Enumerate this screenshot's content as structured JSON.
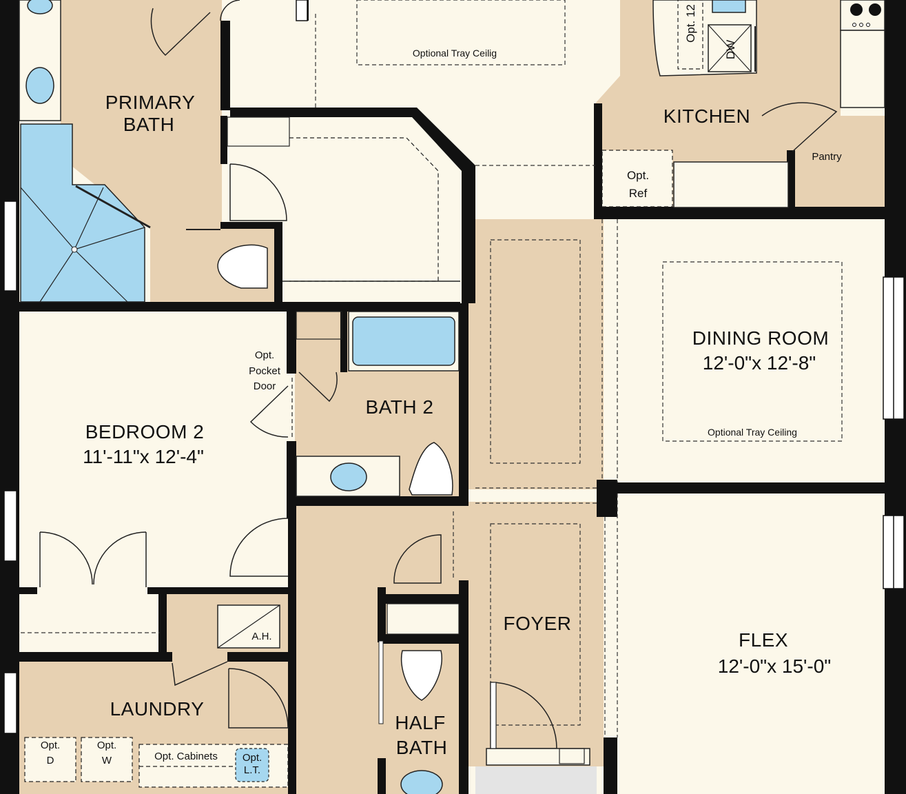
{
  "colors": {
    "room_tan": "#e7d1b2",
    "room_cream": "#fcf8ea",
    "wall": "#111111",
    "fixture_blue": "#a6d7ef",
    "line": "#222222",
    "entry_gray": "#e4e4e4"
  },
  "rooms": {
    "primary_bath": {
      "name_line1": "PRIMARY",
      "name_line2": "BATH"
    },
    "kitchen": {
      "name": "KITCHEN",
      "pantry": "Pantry"
    },
    "dining_room": {
      "name": "DINING ROOM",
      "dims": "12'-0\"x 12'-8\"",
      "ceiling_note": "Optional Tray Ceiling"
    },
    "bedroom_2": {
      "name": "BEDROOM 2",
      "dims": "11'-11\"x 12'-4\""
    },
    "bath_2": {
      "name": "BATH 2"
    },
    "foyer": {
      "name": "FOYER"
    },
    "flex": {
      "name": "FLEX",
      "dims": "12'-0\"x 15'-0\""
    },
    "laundry": {
      "name": "LAUNDRY"
    },
    "half_bath": {
      "name_line1": "HALF",
      "name_line2": "BATH"
    },
    "great_room": {
      "ceiling_note": "Optional Tray Ceilig"
    }
  },
  "labels": {
    "opt_ref_line1": "Opt.",
    "opt_ref_line2": "Ref",
    "dishwasher": "DW",
    "opt_12": "Opt. 12",
    "opt_pocket_line1": "Opt.",
    "opt_pocket_line2": "Pocket",
    "opt_pocket_line3": "Door",
    "air_handler": "A.H.",
    "opt_dryer_line1": "Opt.",
    "opt_dryer_line2": "D",
    "opt_washer_line1": "Opt.",
    "opt_washer_line2": "W",
    "opt_cabinets": "Opt. Cabinets",
    "opt_lt_line1": "Opt.",
    "opt_lt_line2": "L.T."
  }
}
